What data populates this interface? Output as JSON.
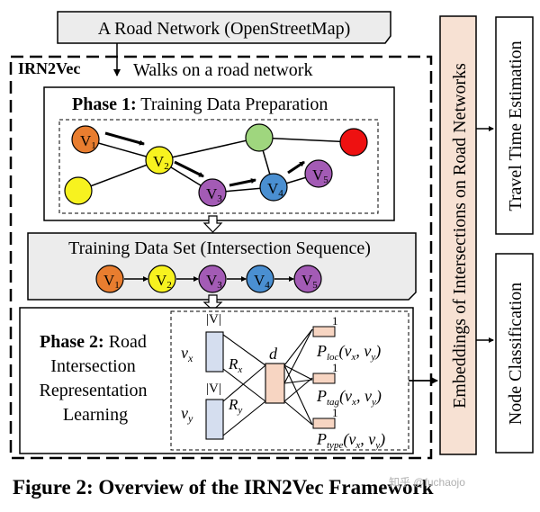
{
  "source_box": "A Road Network (OpenStreetMap)",
  "framework_name": "IRN2Vec",
  "walks_label": "Walks on a road network",
  "phase1": {
    "bold": "Phase 1:",
    "rest": " Training Data Preparation"
  },
  "graph_nodes": [
    {
      "id": "v1",
      "label": "V",
      "sub": "1",
      "color": "#e87d2f"
    },
    {
      "id": "v2",
      "label": "V",
      "sub": "2",
      "color": "#f7f21f"
    },
    {
      "id": "v3",
      "label": "V",
      "sub": "3",
      "color": "#a35bb5"
    },
    {
      "id": "v4",
      "label": "V",
      "sub": "4",
      "color": "#4a8fd1"
    },
    {
      "id": "v5",
      "label": "V",
      "sub": "5",
      "color": "#a35bb5"
    },
    {
      "id": "green",
      "label": "",
      "sub": "",
      "color": "#9fd67e"
    },
    {
      "id": "red",
      "label": "",
      "sub": "",
      "color": "#ee1111"
    },
    {
      "id": "yellow2",
      "label": "",
      "sub": "",
      "color": "#f7f21f"
    }
  ],
  "dataset_box": "Training Data Set (Intersection Sequence)",
  "sequence": [
    {
      "label": "V",
      "sub": "1",
      "color": "#e87d2f"
    },
    {
      "label": "V",
      "sub": "2",
      "color": "#f7f21f"
    },
    {
      "label": "V",
      "sub": "3",
      "color": "#a35bb5"
    },
    {
      "label": "V",
      "sub": "4",
      "color": "#4a8fd1"
    },
    {
      "label": "V",
      "sub": "5",
      "color": "#a35bb5"
    }
  ],
  "phase2": {
    "bold": "Phase 2:",
    "line1": " Road",
    "line2": "Intersection",
    "line3": "Representation",
    "line4": "Learning"
  },
  "network": {
    "v_label": "|V|",
    "vx": "v",
    "vx_sub": "x",
    "vy": "v",
    "vy_sub": "y",
    "rx": "R",
    "rx_sub": "x",
    "ry": "R",
    "ry_sub": "y",
    "d": "d",
    "one": "1",
    "outputs": [
      {
        "p": "P",
        "sub": "loc",
        "args": "(v",
        "a1": "x",
        "mid": ", v",
        "a2": "y",
        "end": ")"
      },
      {
        "p": "P",
        "sub": "tag",
        "args": "(v",
        "a1": "x",
        "mid": ", v",
        "a2": "y",
        "end": ")"
      },
      {
        "p": "P",
        "sub": "type",
        "args": "(v",
        "a1": "x",
        "mid": ", v",
        "a2": "y",
        "end": ")"
      }
    ]
  },
  "embeddings_label": "Embeddings of Intersections on Road Networks",
  "task1": "Travel Time Estimation",
  "task2": "Node Classification",
  "caption": "Figure 2: Overview of the IRN2Vec Framework",
  "watermark": "知乎 @fuchaojo",
  "colors": {
    "box_fill": "#ececec",
    "embed_fill": "#f7e1d3",
    "input_fill": "#d5deef",
    "hidden_fill": "#f7d5c2"
  }
}
